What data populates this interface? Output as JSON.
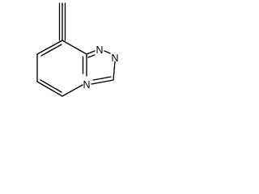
{
  "molecule": {
    "atom_labels": {
      "n_triazole_a": "N",
      "n_triazole_b": "N",
      "n_bridgehead": "N"
    },
    "colors": {
      "bond": "#000000",
      "label": "#000000",
      "background": "#ffffff"
    }
  }
}
